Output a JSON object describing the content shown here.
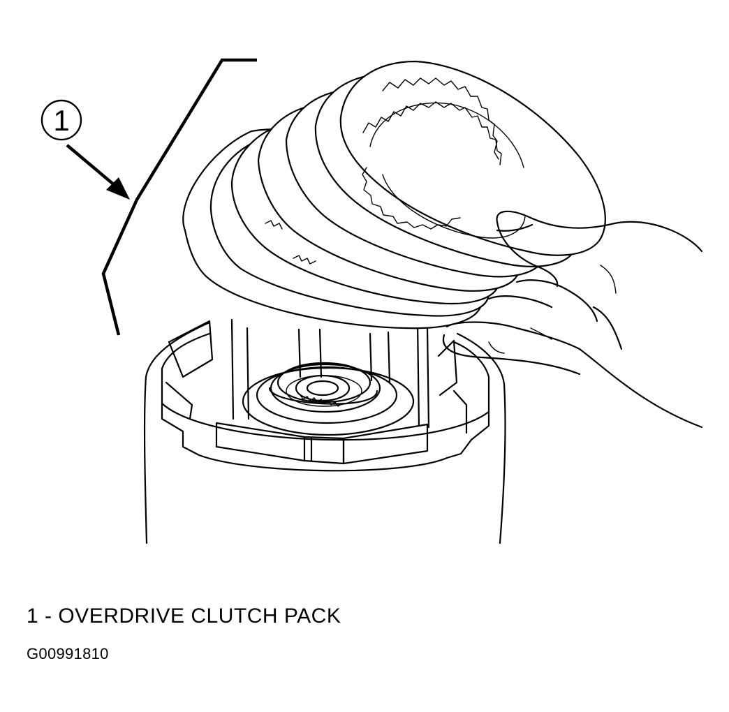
{
  "callouts": [
    {
      "number": "1"
    }
  ],
  "legend": [
    {
      "text": "1 - OVERDRIVE CLUTCH PACK"
    }
  ],
  "figure_id": "G00991810"
}
